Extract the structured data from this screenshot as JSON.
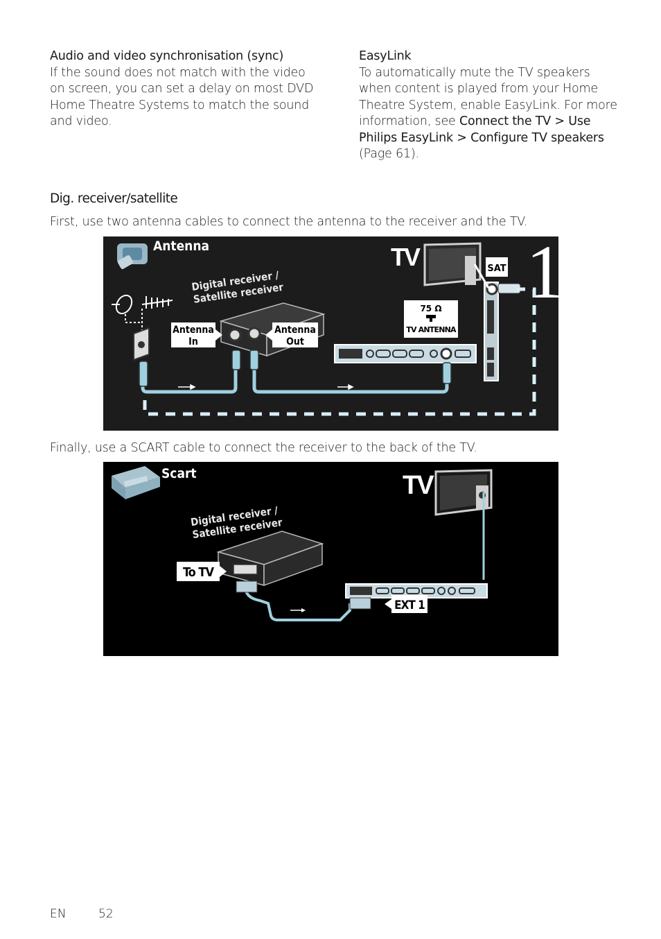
{
  "sync": {
    "heading": "Audio and video synchronisation (sync)",
    "lines": [
      "If the sound does not match with the video",
      "on screen, you can set a delay on most DVD",
      "Home Theatre Systems to match the sound",
      "and video."
    ]
  },
  "easylink": {
    "heading": "EasyLink",
    "lines": [
      "To automatically mute the TV speakers",
      "when content is played from your Home",
      "Theatre System, enable EasyLink. For more"
    ],
    "line4_prefix": "information, see ",
    "link_part1": "Connect the TV > Use",
    "link_part2": "Philips EasyLink > Configure TV speakers",
    "page_ref": "(Page 61)."
  },
  "section": {
    "title": "Dig. receiver/satellite",
    "para1": "First, use two antenna cables to connect the antenna to the receiver and the TV.",
    "para2": "Finally, use a SCART cable to connect the receiver to the back of the TV."
  },
  "figure_antenna": {
    "title": "Antenna",
    "tv_label": "TV",
    "receiver_line1": "Digital receiver /",
    "receiver_line2": "Satellite receiver",
    "in_line1": "Antenna",
    "in_line2": "In",
    "out_line1": "Antenna",
    "out_line2": "Out",
    "ohm": "75 Ω",
    "tv_antenna": "TV ANTENNA",
    "sat": "SAT",
    "step": "1"
  },
  "figure_scart": {
    "title": "Scart",
    "tv_label": "TV",
    "receiver_line1": "Digital receiver /",
    "receiver_line2": "Satellite receiver",
    "to_tv": "To TV",
    "ext": "EXT 1"
  },
  "footer": {
    "lang": "EN",
    "page": "52"
  },
  "colors": {
    "figure_bg": "#1c1c1c",
    "cable": "#8fd3e6",
    "dash": "#d9eef5"
  }
}
